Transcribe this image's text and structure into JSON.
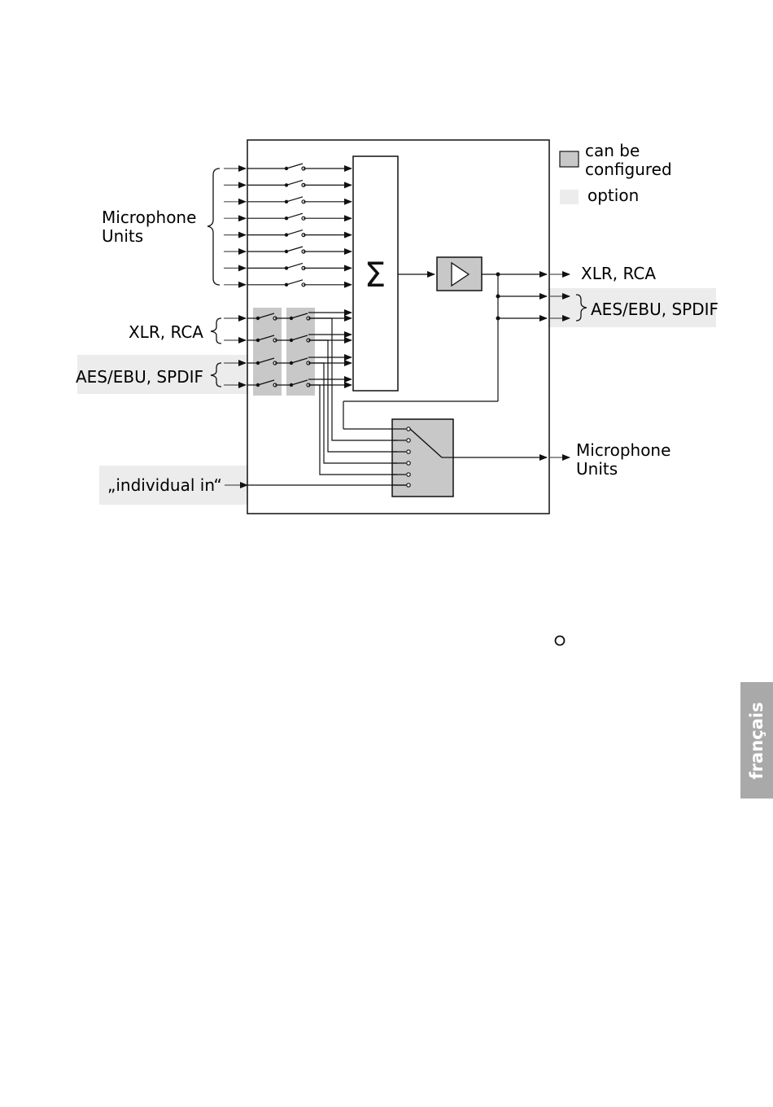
{
  "diagram": {
    "sum_symbol": "Σ",
    "inputs": {
      "microphone_units_line1": "Microphone",
      "microphone_units_line2": "Units",
      "xlr_rca": "XLR, RCA",
      "aes_ebu_spdif": "AES/EBU, SPDIF",
      "individual_in": "„individual in“"
    },
    "outputs": {
      "xlr_rca": "XLR, RCA",
      "aes_ebu_spdif": "AES/EBU, SPDIF",
      "microphone_units_line1": "Microphone",
      "microphone_units_line2": "Units"
    },
    "legend": {
      "configured_line1": "can be",
      "configured_line2": "configured",
      "option": "option",
      "configured_color": "#c8c8c8",
      "option_color": "#ececec"
    }
  },
  "side_tab": {
    "label": "français",
    "color": "#a9a9a9"
  }
}
